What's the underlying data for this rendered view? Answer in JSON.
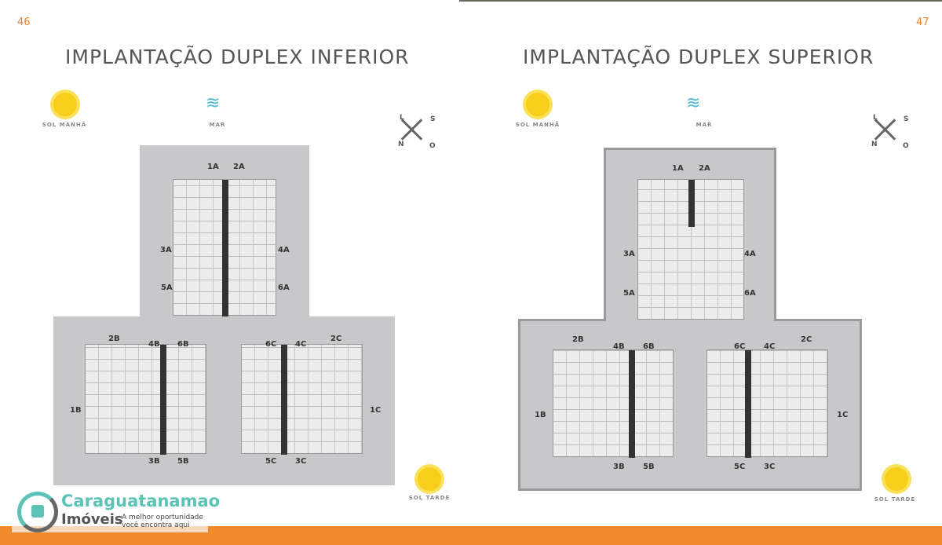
{
  "left_page": {
    "page_number": "46",
    "title": "IMPLANTAÇÃO DUPLEX INFERIOR",
    "sun_morning": "SOL MANHÃ",
    "sea": "MAR",
    "sun_afternoon": "SOL TARDE"
  },
  "right_page": {
    "page_number": "47",
    "title": "IMPLANTAÇÃO DUPLEX SUPERIOR",
    "sun_morning": "SOL MANHÃ",
    "sea": "MAR",
    "sun_afternoon": "SOL TARDE"
  },
  "compass": {
    "l": "L",
    "s": "S",
    "n": "N",
    "o": "O"
  },
  "units": {
    "a": [
      "1A",
      "2A",
      "3A",
      "4A",
      "5A",
      "6A"
    ],
    "b": [
      "1B",
      "2B",
      "3B",
      "4B",
      "5B",
      "6B"
    ],
    "c": [
      "1C",
      "2C",
      "3C",
      "4C",
      "5C",
      "6C"
    ]
  },
  "logo": {
    "name": "Caraguatanamao",
    "sub": "Imóveis",
    "tagline1": "A melhor oportunidade",
    "tagline2": "você encontra aqui"
  }
}
